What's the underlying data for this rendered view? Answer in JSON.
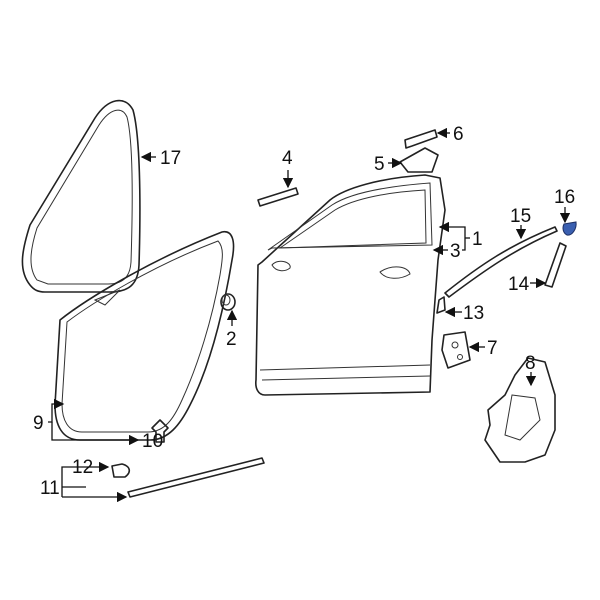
{
  "callouts": {
    "c1": "1",
    "c2": "2",
    "c3": "3",
    "c4": "4",
    "c5": "5",
    "c6": "6",
    "c7": "7",
    "c8": "8",
    "c9": "9",
    "c10": "10",
    "c11": "11",
    "c12": "12",
    "c13": "13",
    "c14": "14",
    "c15": "15",
    "c16": "16",
    "c17": "17"
  },
  "colors": {
    "highlight": "#3a5fb0",
    "line": "#222222"
  },
  "highlighted_part": "16"
}
